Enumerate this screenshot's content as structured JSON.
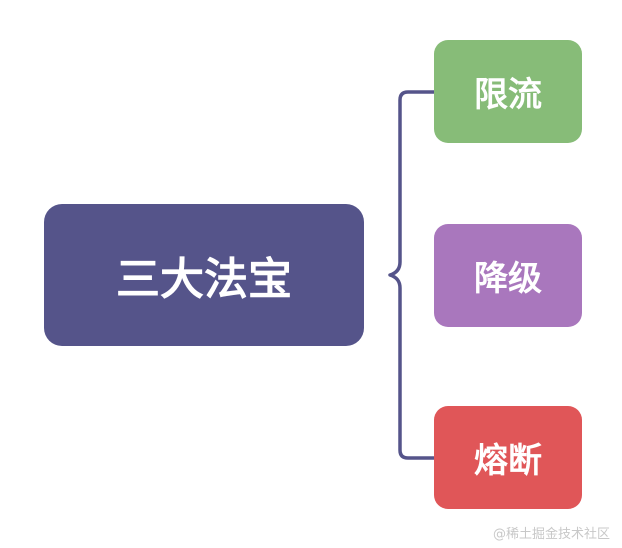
{
  "diagram": {
    "type": "mind-map",
    "root": {
      "label": "三大法宝",
      "color": "#55548a"
    },
    "children": [
      {
        "label": "限流",
        "color": "#87bc78"
      },
      {
        "label": "降级",
        "color": "#a977bd"
      },
      {
        "label": "熔断",
        "color": "#e05658"
      }
    ],
    "connector_color": "#55548a"
  },
  "watermark": "@稀土掘金技术社区"
}
